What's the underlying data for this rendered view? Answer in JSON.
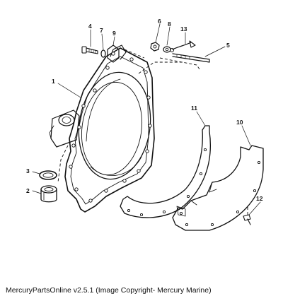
{
  "callouts": {
    "c1": "1",
    "c2": "2",
    "c3": "3",
    "c4": "4",
    "c5": "5",
    "c6": "6",
    "c7": "7",
    "c8": "8",
    "c9": "9",
    "c10": "10",
    "c11": "11",
    "c12": "12",
    "c13": "13"
  },
  "caption": "MercuryPartsOnline v2.5.1 (Image Copyright- Mercury Marine)"
}
